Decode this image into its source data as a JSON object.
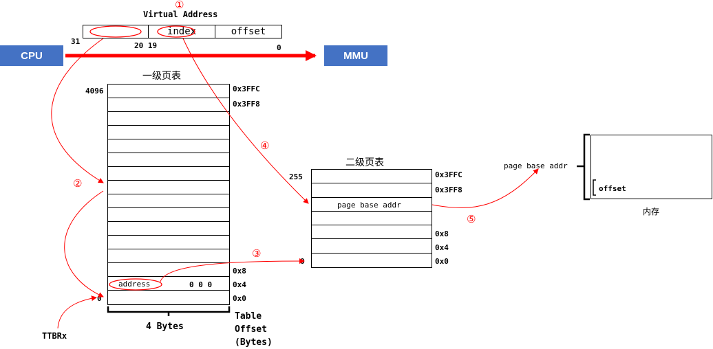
{
  "virtual_address": {
    "title": "Virtual Address",
    "segments": [
      "",
      "index",
      "offset"
    ],
    "bit_31": "31",
    "bit_20_19": "20 19",
    "bit_0": "0"
  },
  "cpu_label": "CPU",
  "mmu_label": "MMU",
  "level1": {
    "title": "一级页表",
    "top_index": "4096",
    "bottom_index": "0",
    "offsets": [
      "0x3FFC",
      "0x3FF8",
      "0x8",
      "0x4",
      "0x0"
    ],
    "address_label": "address",
    "zeros_label": "0 0 0",
    "width_label": "4 Bytes",
    "offset_caption_line1": "Table",
    "offset_caption_line2": "Offset",
    "offset_caption_line3": "(Bytes)"
  },
  "level2": {
    "title": "二级页表",
    "top_index": "255",
    "bottom_index": "0",
    "offsets": [
      "0x3FFC",
      "0x3FF8",
      "0x8",
      "0x4",
      "0x0"
    ],
    "entry_label": "page base addr"
  },
  "memory": {
    "title": "内存",
    "base_label": "page base addr",
    "offset_label": "offset"
  },
  "ttbr_label": "TTBRx",
  "steps": [
    "①",
    "②",
    "③",
    "④",
    "⑤"
  ],
  "colors": {
    "accent_red": "#ff0000",
    "cpu_blue": "#4472c4"
  }
}
